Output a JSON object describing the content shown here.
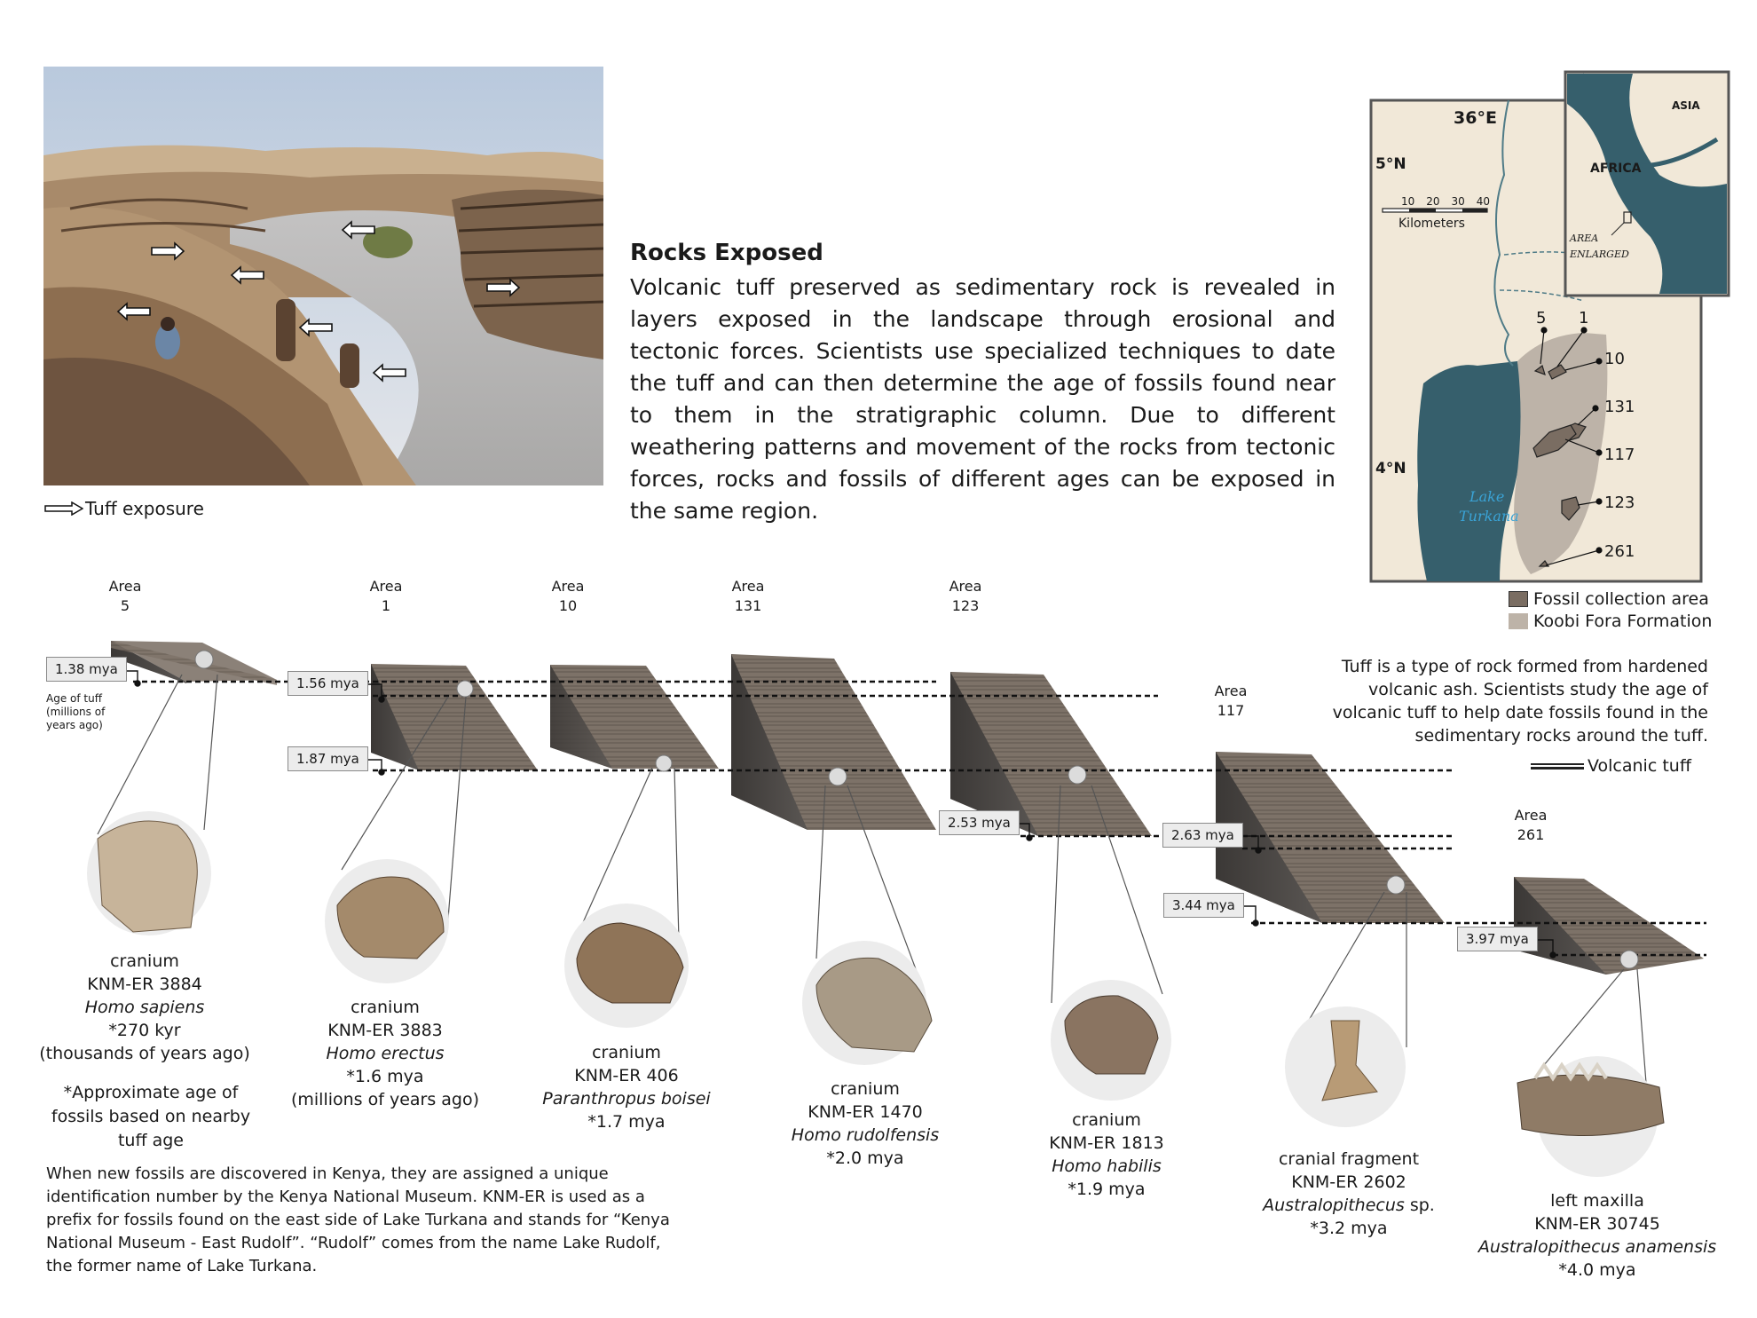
{
  "landscape": {
    "legend_label": "Tuff exposure"
  },
  "rocks": {
    "title": "Rocks Exposed",
    "body": "Volcanic tuff preserved as sedimentary rock is revealed in layers exposed in the landscape through erosional and tectonic forces. Scientists use specialized techniques to date the tuff and can then determine the age of fossils found near to them in the stratigraphic column. Due to different weathering patterns and movement of the rocks from tectonic forces, rocks and fossils of different ages can be exposed in the same region."
  },
  "map": {
    "longitude": "36°E",
    "lat_5": "5°N",
    "lat_4": "4°N",
    "scale_ticks": [
      "10",
      "20",
      "30",
      "40"
    ],
    "scale_unit": "Kilometers",
    "inset_asia": "ASIA",
    "inset_africa": "AFRICA",
    "inset_area_1": "AREA",
    "inset_area_2": "ENLARGED",
    "lake_1": "Lake",
    "lake_2": "Turkana",
    "area_labels": [
      "5",
      "1",
      "10",
      "131",
      "117",
      "123",
      "261"
    ],
    "legend_collection": "Fossil collection area",
    "legend_formation": "Koobi Fora Formation",
    "colors": {
      "lake": "#365f6c",
      "formation": "#bdb3a8",
      "collection": "#7a6d62",
      "paper": "#f1e8d8"
    }
  },
  "tuff_definition": "Tuff is a type of rock formed from hardened volcanic ash. Scientists study the age of volcanic tuff to help date fossils found in the sedimentary rocks around the tuff.",
  "volcanic_tuff_label": "Volcanic tuff",
  "age_of_tuff_label": "Age of tuff (millions of years ago)",
  "areas": [
    {
      "word": "Area",
      "num": "5"
    },
    {
      "word": "Area",
      "num": "1"
    },
    {
      "word": "Area",
      "num": "10"
    },
    {
      "word": "Area",
      "num": "131"
    },
    {
      "word": "Area",
      "num": "123"
    },
    {
      "word": "Area",
      "num": "117"
    },
    {
      "word": "Area",
      "num": "261"
    }
  ],
  "tuff_ages": [
    "1.38 mya",
    "1.56 mya",
    "1.87 mya",
    "2.53 mya",
    "2.63 mya",
    "3.44 mya",
    "3.97 mya"
  ],
  "fossils": [
    {
      "type": "cranium",
      "id": "KNM-ER 3884",
      "species": "Homo sapiens",
      "age": "*270 kyr",
      "extra": "(thousands of years ago)"
    },
    {
      "type": "cranium",
      "id": "KNM-ER 3883",
      "species": "Homo erectus",
      "age": "*1.6 mya",
      "extra": "(millions of years ago)"
    },
    {
      "type": "cranium",
      "id": "KNM-ER 406",
      "species": "Paranthropus boisei",
      "age": "*1.7 mya"
    },
    {
      "type": "cranium",
      "id": "KNM-ER 1470",
      "species": "Homo rudolfensis",
      "age": "*2.0 mya"
    },
    {
      "type": "cranium",
      "id": "KNM-ER 1813",
      "species": "Homo habilis",
      "age": "*1.9 mya"
    },
    {
      "type": "cranial fragment",
      "id": "KNM-ER 2602",
      "species": "Australopithecus",
      "species_suffix": " sp.",
      "age": "*3.2 mya"
    },
    {
      "type": "left maxilla",
      "id": "KNM-ER 30745",
      "species": "Australopithecus anamensis",
      "age": "*4.0 mya"
    }
  ],
  "approx_note": "*Approximate age of fossils based on nearby tuff age",
  "kenya_note": "When new fossils are discovered in Kenya, they are assigned a unique identification number by the Kenya National Museum. KNM-ER is used as a prefix for fossils found on the east side of Lake Turkana and stands for “Kenya National Museum - East Rudolf”. “Rudolf” comes from the name Lake Rudolf, the former name of Lake Turkana."
}
